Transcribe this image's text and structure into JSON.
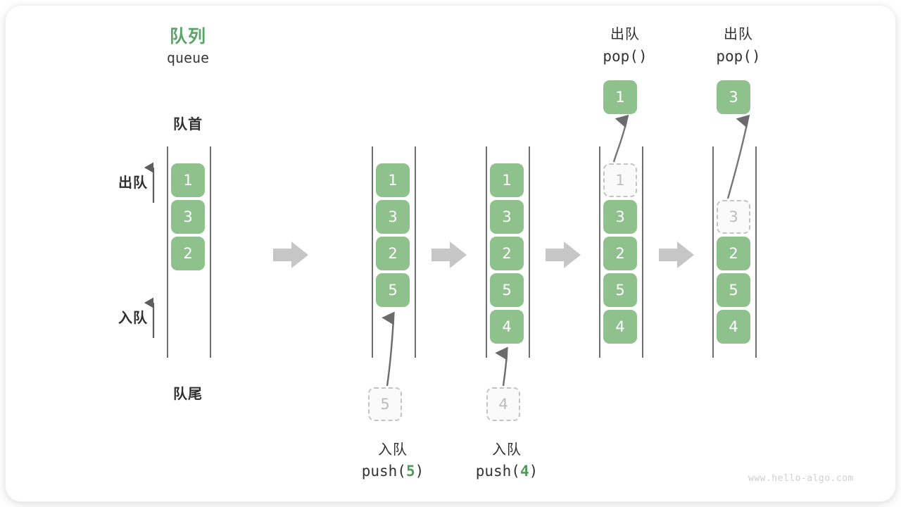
{
  "meta": {
    "watermark": "www.hello-algo.com",
    "colors": {
      "accent_green": "#5aa469",
      "cell_green": "#8ec18c",
      "ghost_border": "#c4c4c4",
      "ghost_text": "#bdbdbd",
      "rail": "#565656",
      "step_arrow": "#c6c6c6",
      "text_dark": "#2f2f2f",
      "watermark": "#cfcfcf"
    }
  },
  "header": {
    "title_cn": "队列",
    "title_en": "queue"
  },
  "labels": {
    "front_cn": "队首",
    "rear_cn": "队尾",
    "dequeue_cn": "出队",
    "enqueue_cn": "入队"
  },
  "ops": {
    "push5": {
      "label_cn": "入队",
      "fn": "push(",
      "num": "5",
      "fn_close": ")"
    },
    "push4": {
      "label_cn": "入队",
      "fn": "push(",
      "num": "4",
      "fn_close": ")"
    },
    "pop1": {
      "label_cn": "出队",
      "code": "pop()"
    },
    "pop2": {
      "label_cn": "出队",
      "code": "pop()"
    }
  },
  "columns": [
    {
      "id": "col-initial",
      "cells": [
        {
          "value": "1",
          "state": "filled"
        },
        {
          "value": "3",
          "state": "filled"
        },
        {
          "value": "2",
          "state": "filled"
        }
      ]
    },
    {
      "id": "col-after-push5",
      "cells": [
        {
          "value": "1",
          "state": "filled"
        },
        {
          "value": "3",
          "state": "filled"
        },
        {
          "value": "2",
          "state": "filled"
        },
        {
          "value": "5",
          "state": "filled"
        }
      ],
      "incoming": {
        "value": "5",
        "state": "ghost"
      }
    },
    {
      "id": "col-after-push4",
      "cells": [
        {
          "value": "1",
          "state": "filled"
        },
        {
          "value": "3",
          "state": "filled"
        },
        {
          "value": "2",
          "state": "filled"
        },
        {
          "value": "5",
          "state": "filled"
        },
        {
          "value": "4",
          "state": "filled"
        }
      ],
      "incoming": {
        "value": "4",
        "state": "ghost"
      }
    },
    {
      "id": "col-pop-1",
      "cells": [
        {
          "value": "1",
          "state": "ghost"
        },
        {
          "value": "3",
          "state": "filled"
        },
        {
          "value": "2",
          "state": "filled"
        },
        {
          "value": "5",
          "state": "filled"
        },
        {
          "value": "4",
          "state": "filled"
        }
      ],
      "outgoing": {
        "value": "1",
        "state": "filled"
      }
    },
    {
      "id": "col-pop-2",
      "cells": [
        {
          "value": "3",
          "state": "ghost"
        },
        {
          "value": "2",
          "state": "filled"
        },
        {
          "value": "5",
          "state": "filled"
        },
        {
          "value": "4",
          "state": "filled"
        }
      ],
      "outgoing": {
        "value": "3",
        "state": "filled"
      }
    }
  ]
}
